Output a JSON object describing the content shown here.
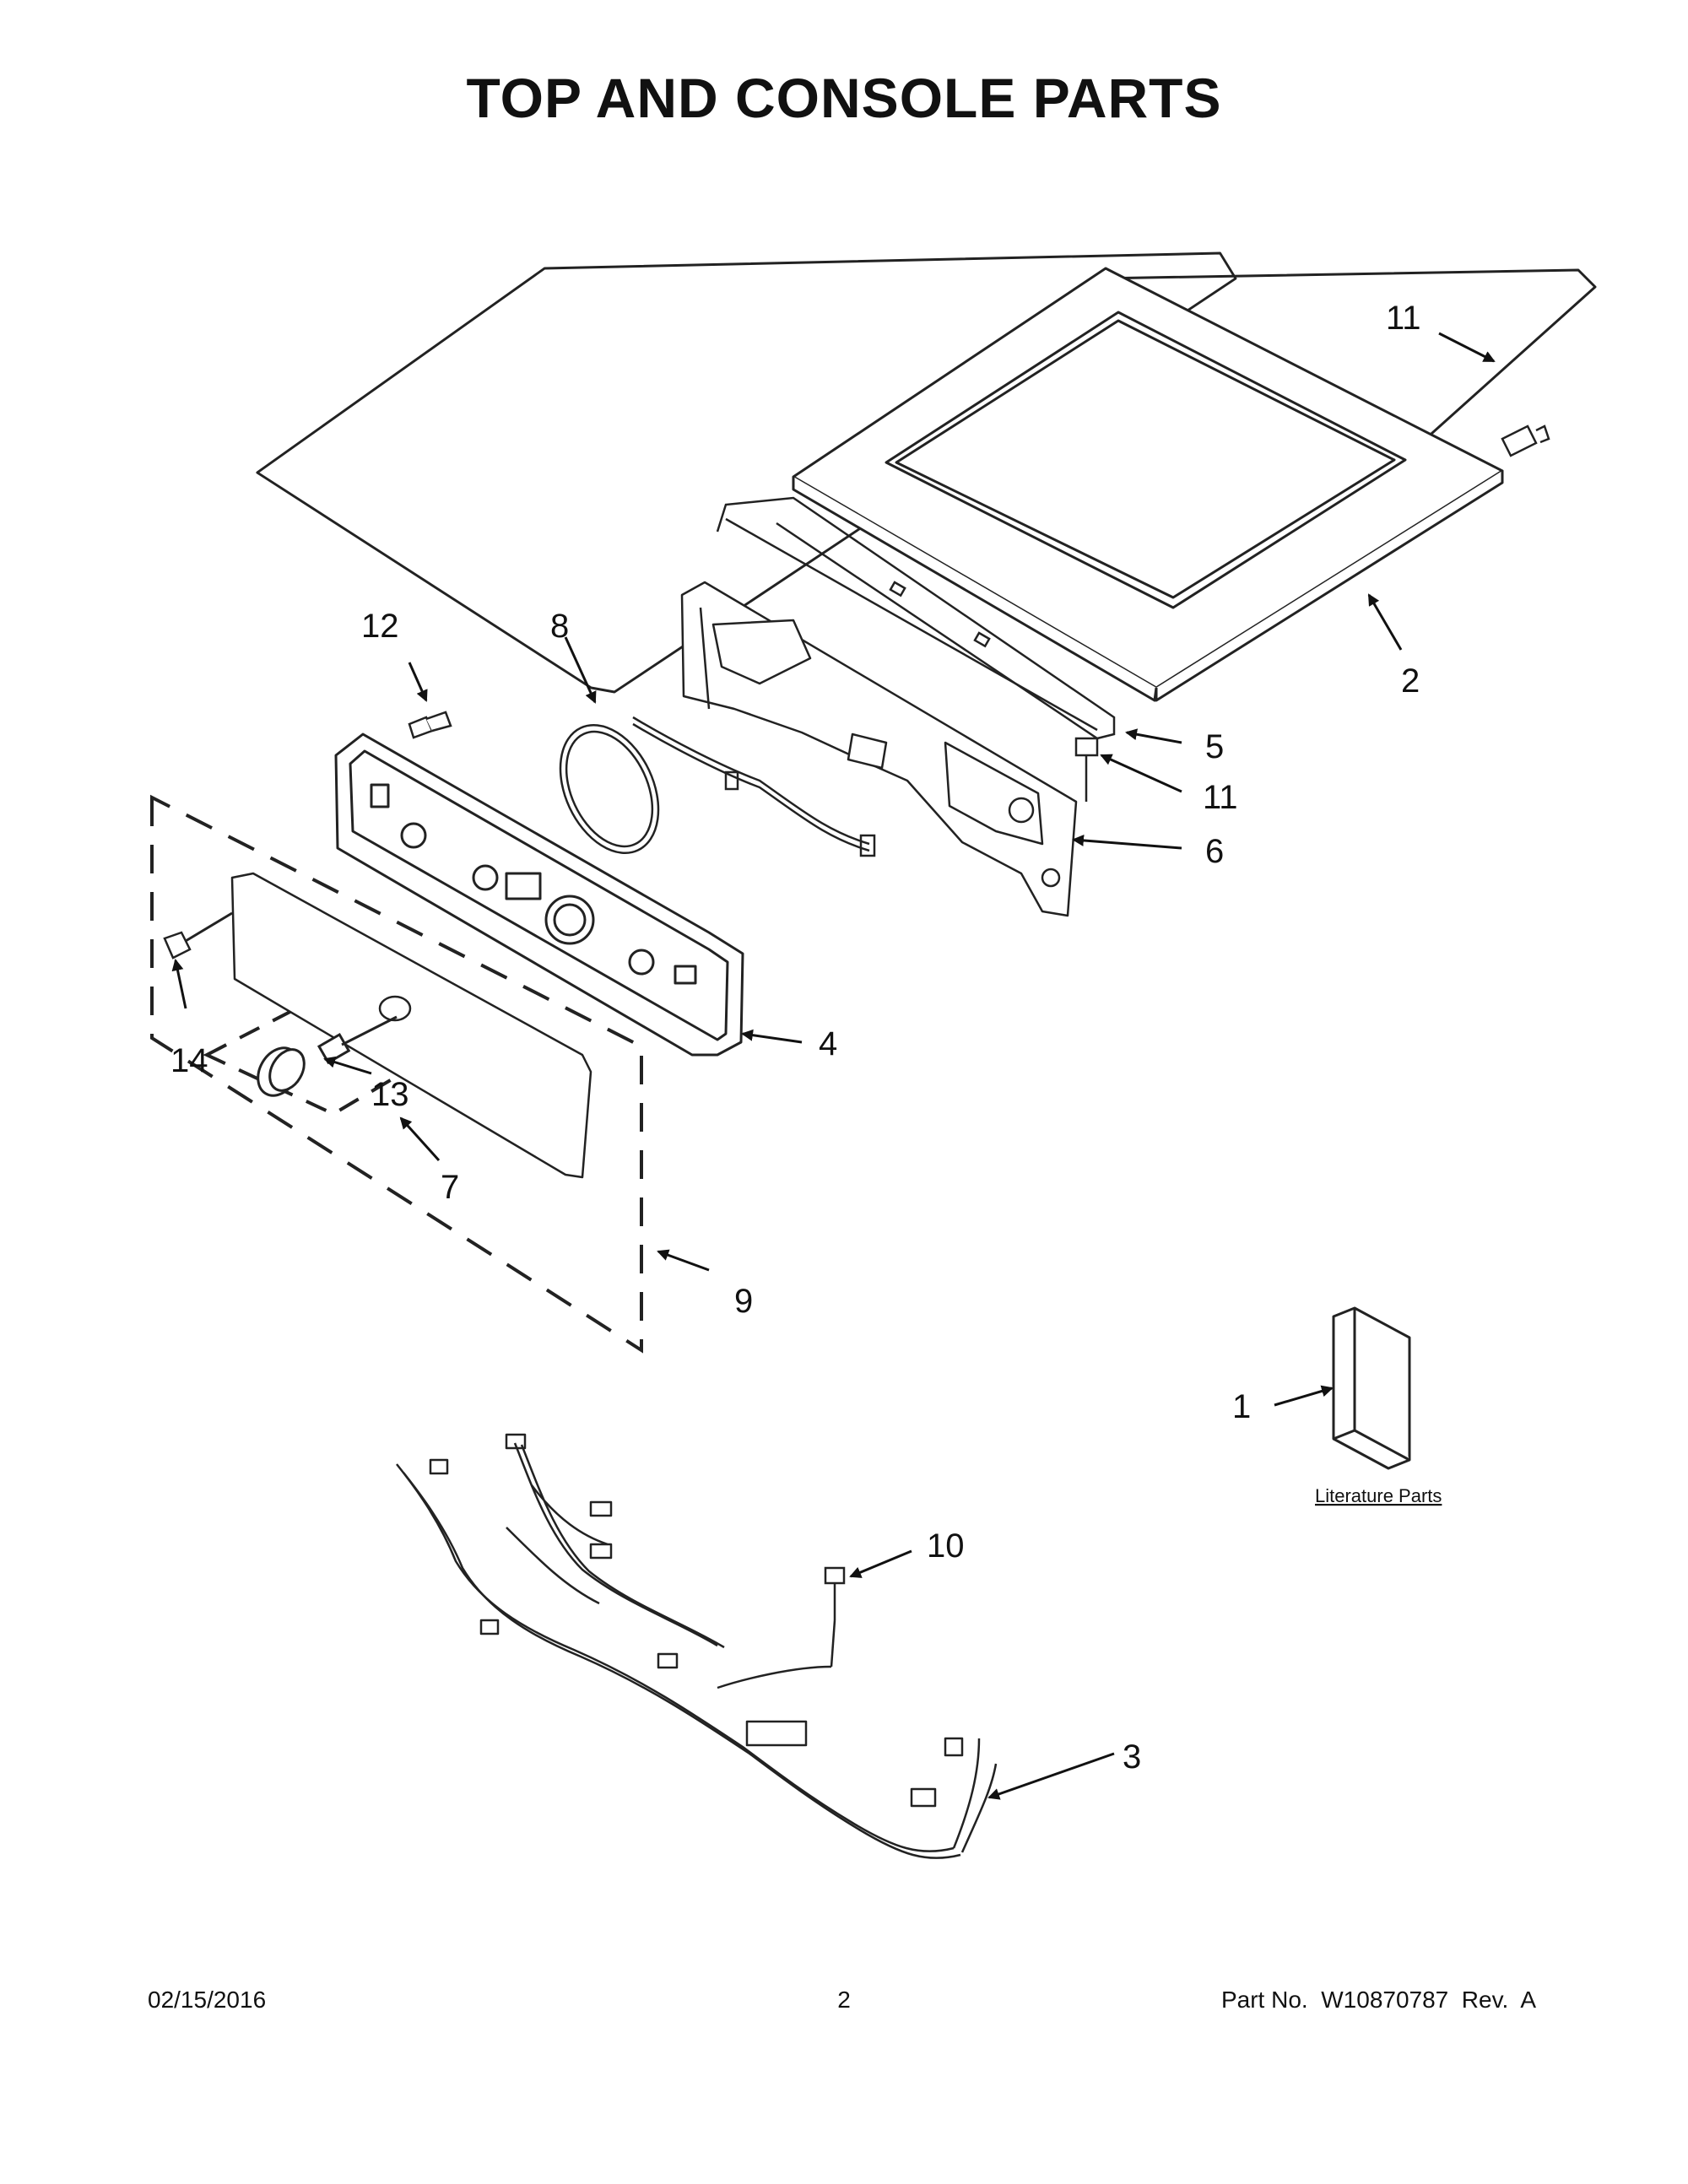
{
  "title": "TOP AND CONSOLE PARTS",
  "callouts": {
    "c1": "1",
    "c2": "2",
    "c3": "3",
    "c4": "4",
    "c5": "5",
    "c6": "6",
    "c7": "7",
    "c8": "8",
    "c9": "9",
    "c10": "10",
    "c11a": "11",
    "c11b": "11",
    "c12": "12",
    "c13": "13",
    "c14": "14"
  },
  "literature_label": "Literature Parts",
  "footer": {
    "date": "02/15/2016",
    "page": "2",
    "part_no": "Part No.  W10870787  Rev.  A"
  }
}
